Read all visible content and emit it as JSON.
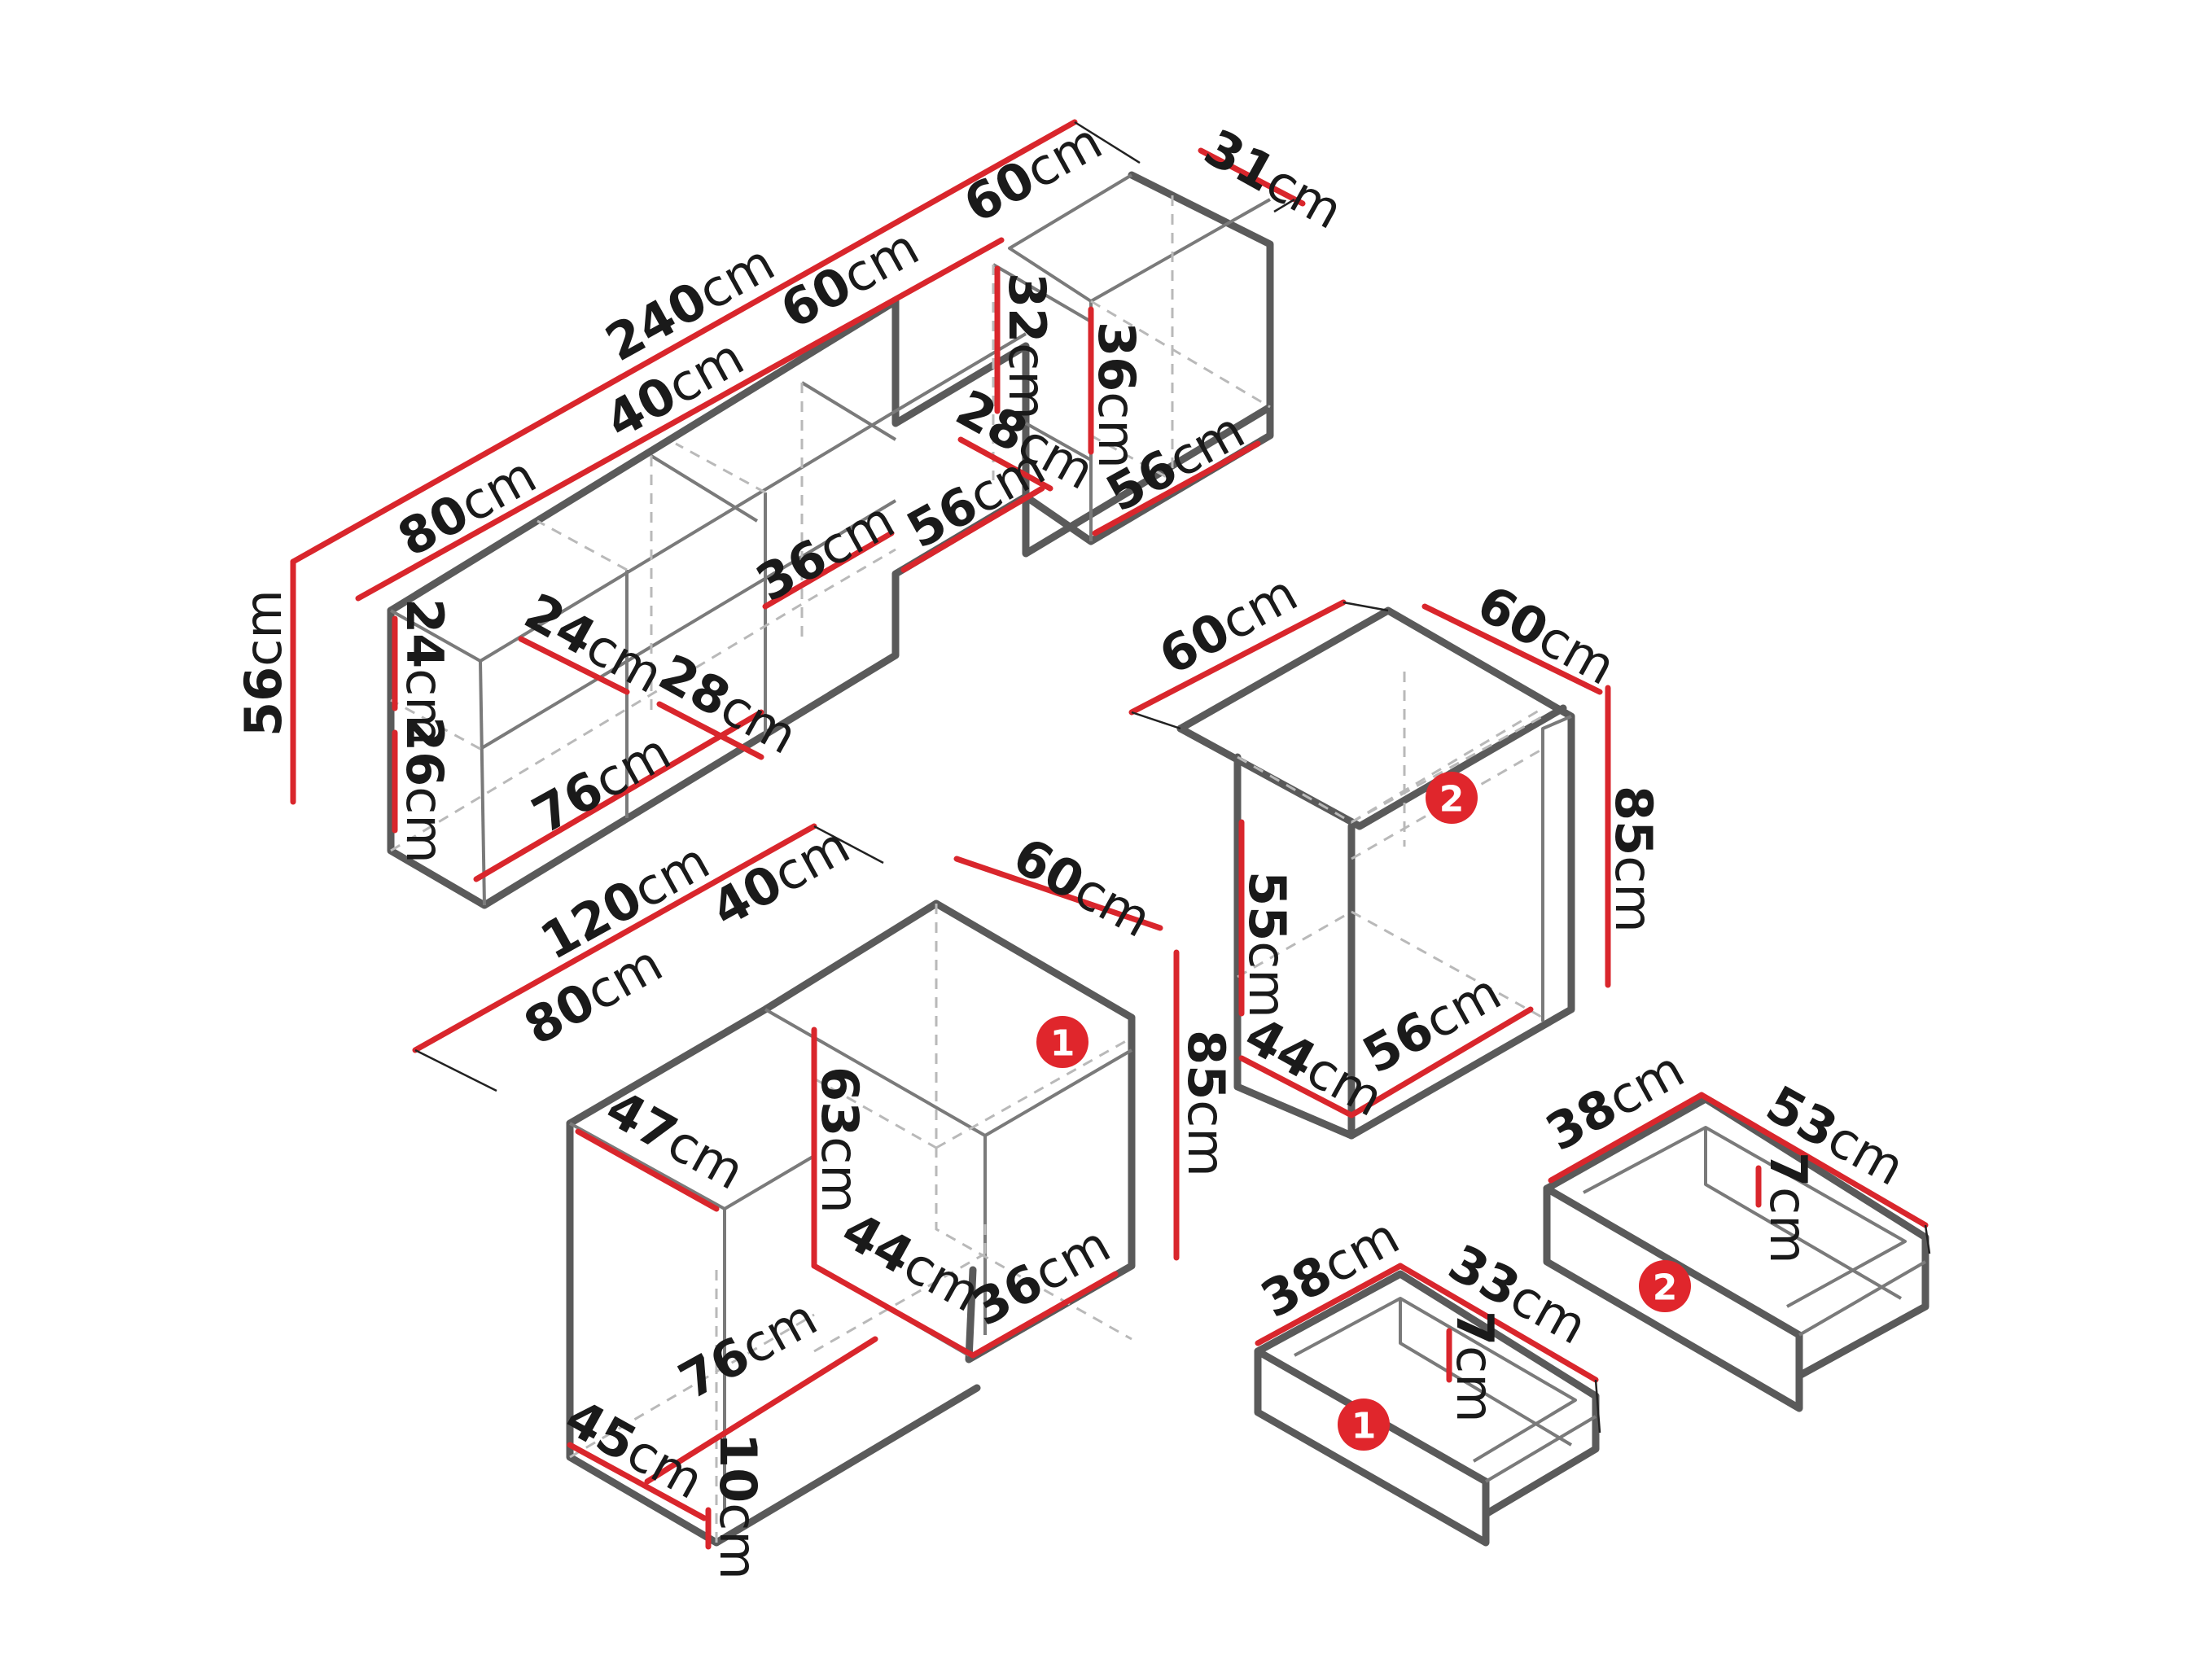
{
  "colors": {
    "dimension_line": "#d9262c",
    "edge": "#5a5a5a",
    "hidden_edge": "#b9b9b9",
    "badge": "#e0262c",
    "text": "#1a1a1a"
  },
  "wall_unit": {
    "dims": [
      {
        "num": "240",
        "unit": "cm"
      },
      {
        "num": "60",
        "unit": "cm"
      },
      {
        "num": "31",
        "unit": "cm"
      },
      {
        "num": "60",
        "unit": "cm"
      },
      {
        "num": "40",
        "unit": "cm"
      },
      {
        "num": "80",
        "unit": "cm"
      },
      {
        "num": "32",
        "unit": "cm"
      },
      {
        "num": "36",
        "unit": "cm"
      },
      {
        "num": "28",
        "unit": "cm"
      },
      {
        "num": "56",
        "unit": "cm"
      },
      {
        "num": "56",
        "unit": "cm"
      },
      {
        "num": "36",
        "unit": "cm"
      },
      {
        "num": "56",
        "unit": "cm"
      },
      {
        "num": "24",
        "unit": "cm"
      },
      {
        "num": "24",
        "unit": "cm"
      },
      {
        "num": "28",
        "unit": "cm"
      },
      {
        "num": "26",
        "unit": "cm"
      },
      {
        "num": "76",
        "unit": "cm"
      }
    ]
  },
  "corner_desk": {
    "dims": [
      {
        "num": "120",
        "unit": "cm"
      },
      {
        "num": "40",
        "unit": "cm"
      },
      {
        "num": "60",
        "unit": "cm"
      },
      {
        "num": "80",
        "unit": "cm"
      },
      {
        "num": "85",
        "unit": "cm"
      },
      {
        "num": "47",
        "unit": "cm"
      },
      {
        "num": "63",
        "unit": "cm"
      },
      {
        "num": "44",
        "unit": "cm"
      },
      {
        "num": "36",
        "unit": "cm"
      },
      {
        "num": "76",
        "unit": "cm"
      },
      {
        "num": "45",
        "unit": "cm"
      },
      {
        "num": "10",
        "unit": "cm"
      }
    ],
    "badge": "1"
  },
  "side_cabinet": {
    "dims": [
      {
        "num": "60",
        "unit": "cm"
      },
      {
        "num": "60",
        "unit": "cm"
      },
      {
        "num": "85",
        "unit": "cm"
      },
      {
        "num": "55",
        "unit": "cm"
      },
      {
        "num": "44",
        "unit": "cm"
      },
      {
        "num": "56",
        "unit": "cm"
      }
    ],
    "badge": "2"
  },
  "drawer_1": {
    "dims": [
      {
        "num": "38",
        "unit": "cm"
      },
      {
        "num": "33",
        "unit": "cm"
      },
      {
        "num": "7",
        "unit": "cm"
      }
    ],
    "badge": "1"
  },
  "drawer_2": {
    "dims": [
      {
        "num": "38",
        "unit": "cm"
      },
      {
        "num": "53",
        "unit": "cm"
      },
      {
        "num": "7",
        "unit": "cm"
      }
    ],
    "badge": "2"
  }
}
